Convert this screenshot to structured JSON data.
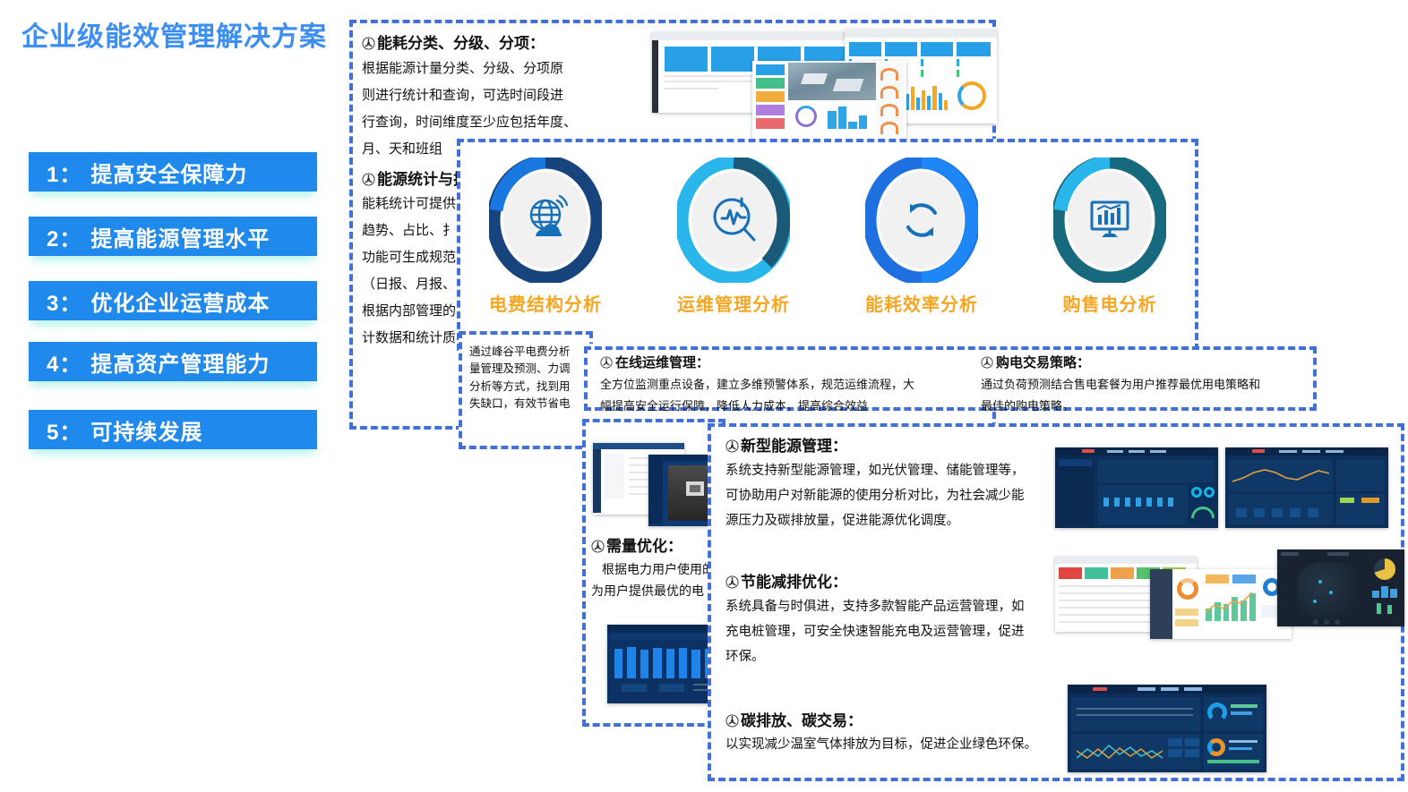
{
  "title": "企业级能效管理解决方案",
  "brand": {
    "accent": "#3c8ef2",
    "bar": "#2089ec",
    "dash": "#4171d6",
    "label": "#f5a623"
  },
  "sidebar": {
    "items": [
      {
        "num": "1：",
        "label": "提高安全保障力"
      },
      {
        "num": "2：",
        "label": "提高能源管理水平"
      },
      {
        "num": "3：",
        "label": "优化企业运营成本"
      },
      {
        "num": "4：",
        "label": "提高资产管理能力"
      },
      {
        "num": "5：",
        "label": "可持续发展"
      }
    ]
  },
  "panel_top": {
    "block1": {
      "title": "能耗分类、分级、分项：",
      "lines": [
        "根据能源计量分类、分级、分项原",
        "则进行统计和查询，可选时间段进",
        "行查询，时间维度至少应包括年度、",
        "月、天和班组"
      ]
    },
    "block2": {
      "title": "能源统计与扩",
      "lines": [
        "能耗统计可提供",
        "趋势、占比、扌",
        "功能可生成规范",
        "（日报、月报、",
        "根据内部管理的",
        "计数据和统计质"
      ]
    }
  },
  "donuts": {
    "items": [
      {
        "label": "电费结构分析",
        "icon": "globe-cloud-icon",
        "ring_a": "#1878e0",
        "ring_b": "#17447c"
      },
      {
        "label": "运维管理分析",
        "icon": "magnifier-trend-icon",
        "ring_a": "#29b6ea",
        "ring_b": "#1a5a78"
      },
      {
        "label": "能耗效率分析",
        "icon": "refresh-cycle-icon",
        "ring_a": "#1e6fe0",
        "ring_b": "#1f86f5"
      },
      {
        "label": "购售电分析",
        "icon": "monitor-chart-icon",
        "ring_a": "#29b6ea",
        "ring_b": "#176a7e"
      }
    ]
  },
  "panel_fee": {
    "lines": [
      "通过峰谷平电费分析",
      "量管理及预测、力调",
      "分析等方式，找到用",
      "失缺口，有效节省电"
    ]
  },
  "panel_mid": {
    "left": {
      "title": "在线运维管理：",
      "lines": [
        "全方位监测重点设备，建立多维预警体系，规范运维流程，大",
        "幅提高安全运行保障，降低人力成本，提高综合效益"
      ]
    },
    "right": {
      "title": "购电交易策略：",
      "lines": [
        "通过负荷预测结合售电套餐为用户推荐最优用电策略和",
        "最佳的购电策略。"
      ]
    }
  },
  "panel_demand": {
    "title": "需量优化：",
    "lines": [
      "根据电力用户使用的",
      "为用户提供最优的电"
    ]
  },
  "panel_bottom": {
    "block1": {
      "title": "新型能源管理：",
      "lines": [
        "系统支持新型能源管理，如光伏管理、储能管理等，",
        "可协助用户对新能源的使用分析对比，为社会减少能",
        "源压力及碳排放量，促进能源优化调度。"
      ]
    },
    "block2": {
      "title": "节能减排优化：",
      "lines": [
        "系统具备与时俱进，支持多款智能产品运营管理，如",
        "充电桩管理，可安全快速智能充电及运营管理，促进",
        "环保。"
      ]
    },
    "block3": {
      "title": "碳排放、碳交易：",
      "lines": [
        "以实现减少温室气体排放为目标，促进企业绿色环保。"
      ]
    }
  }
}
